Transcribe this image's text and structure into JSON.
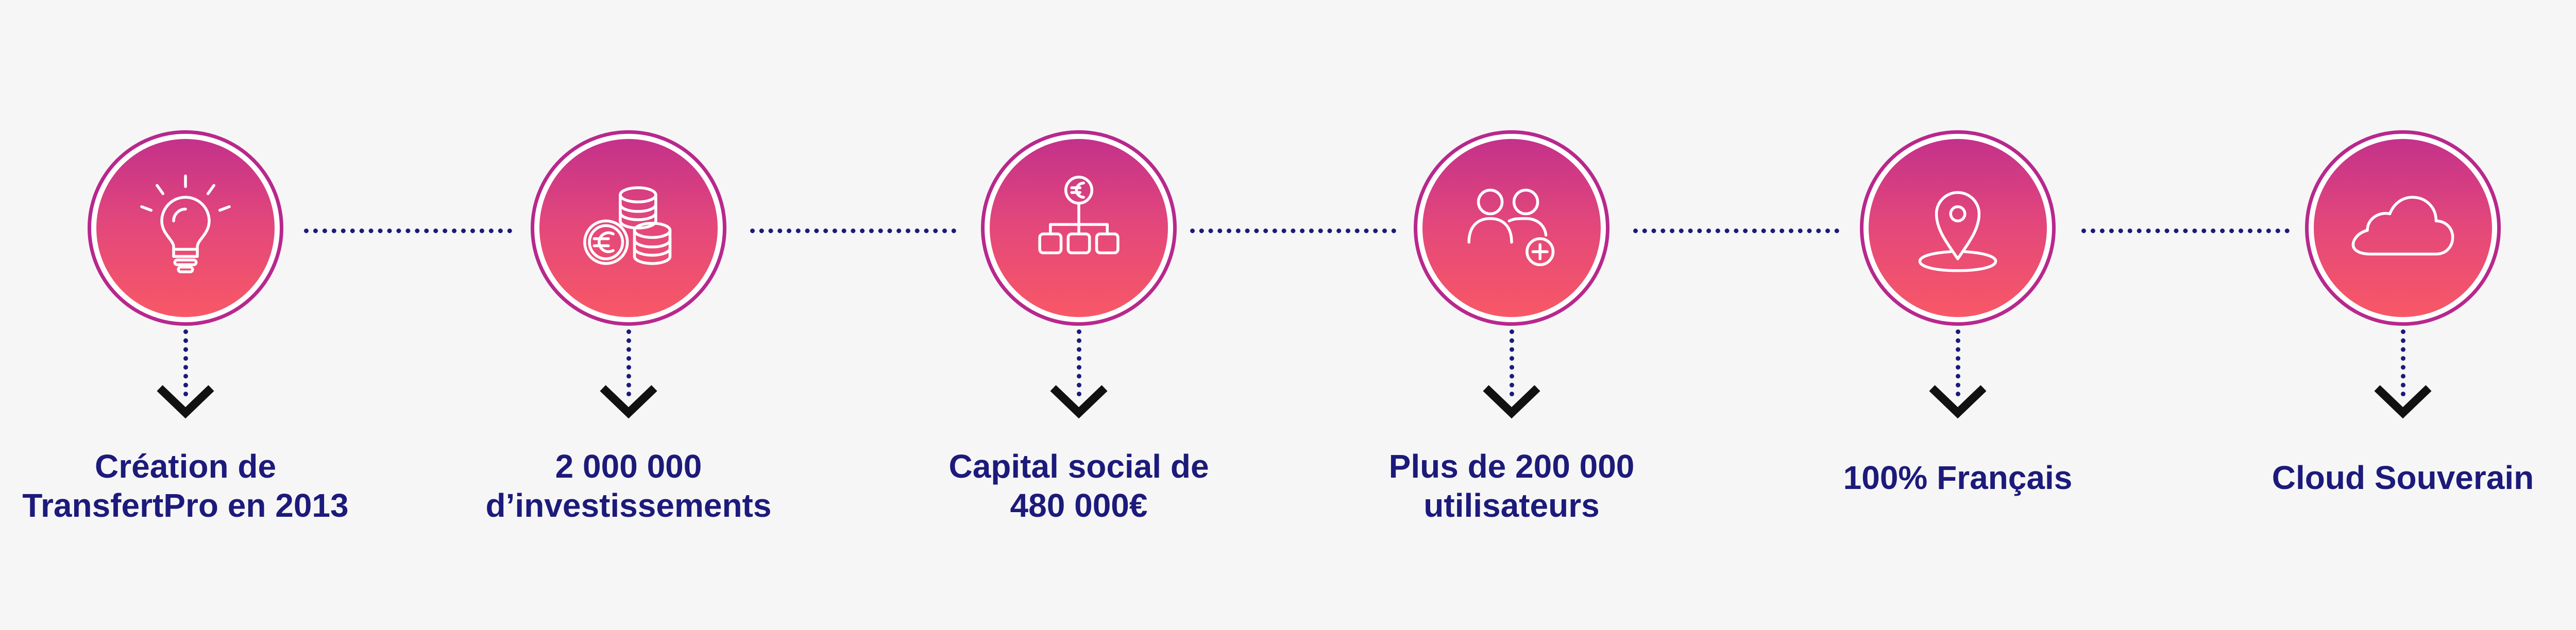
{
  "colors": {
    "background": "#f6f6f6",
    "text": "#1c1a7a",
    "ring": "#b8288c",
    "gradient_top": "#c4318a",
    "gradient_bottom": "#f85866",
    "arrow": "#111111"
  },
  "milestones": [
    {
      "icon": "lightbulb-icon",
      "lines": [
        "Création de",
        "TransfertPro en 2013"
      ]
    },
    {
      "icon": "euro-coins-icon",
      "lines": [
        "2 000 000",
        "d’investissements"
      ]
    },
    {
      "icon": "euro-org-chart-icon",
      "lines": [
        "Capital social de",
        "480 000€"
      ]
    },
    {
      "icon": "users-add-icon",
      "lines": [
        "Plus de 200 000",
        "utilisateurs"
      ]
    },
    {
      "icon": "location-pin-icon",
      "lines": [
        "100% Français"
      ]
    },
    {
      "icon": "cloud-icon",
      "lines": [
        "Cloud Souverain"
      ]
    }
  ]
}
